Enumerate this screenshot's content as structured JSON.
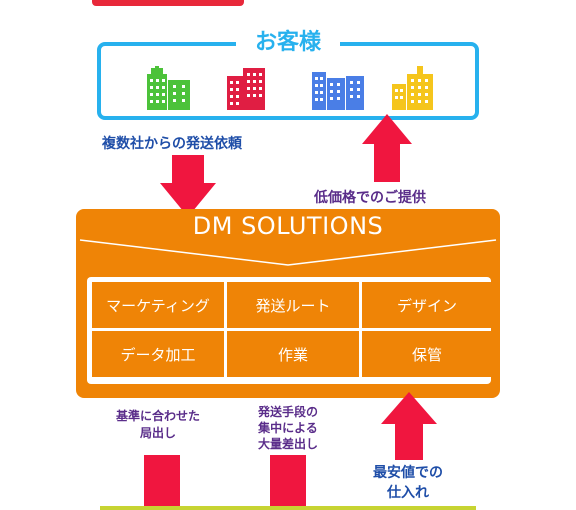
{
  "customer": {
    "title": "お客様"
  },
  "labels": {
    "request": "複数社からの発送依頼",
    "provide": "低価格でのご提供",
    "dispatch_line1": "基準に合わせた",
    "dispatch_line2": "局出し",
    "bulk_line1": "発送手段の",
    "bulk_line2": "集中による",
    "bulk_line3": "大量差出し",
    "procure_line1": "最安値での",
    "procure_line2": "仕入れ"
  },
  "solutions": {
    "title": "DM SOLUTIONS",
    "services": [
      "マーケティング",
      "発送ルート",
      "デザイン",
      "データ加工",
      "作業",
      "保管"
    ]
  },
  "colors": {
    "customer_border": "#27b1ee",
    "arrow": "#f0163f",
    "main": "#ef8406",
    "label_blue": "#1f4ea8",
    "label_purple": "#5a2d8a"
  },
  "icons": [
    "green-building-icon",
    "red-building-icon",
    "blue-building-icon",
    "yellow-building-icon"
  ]
}
